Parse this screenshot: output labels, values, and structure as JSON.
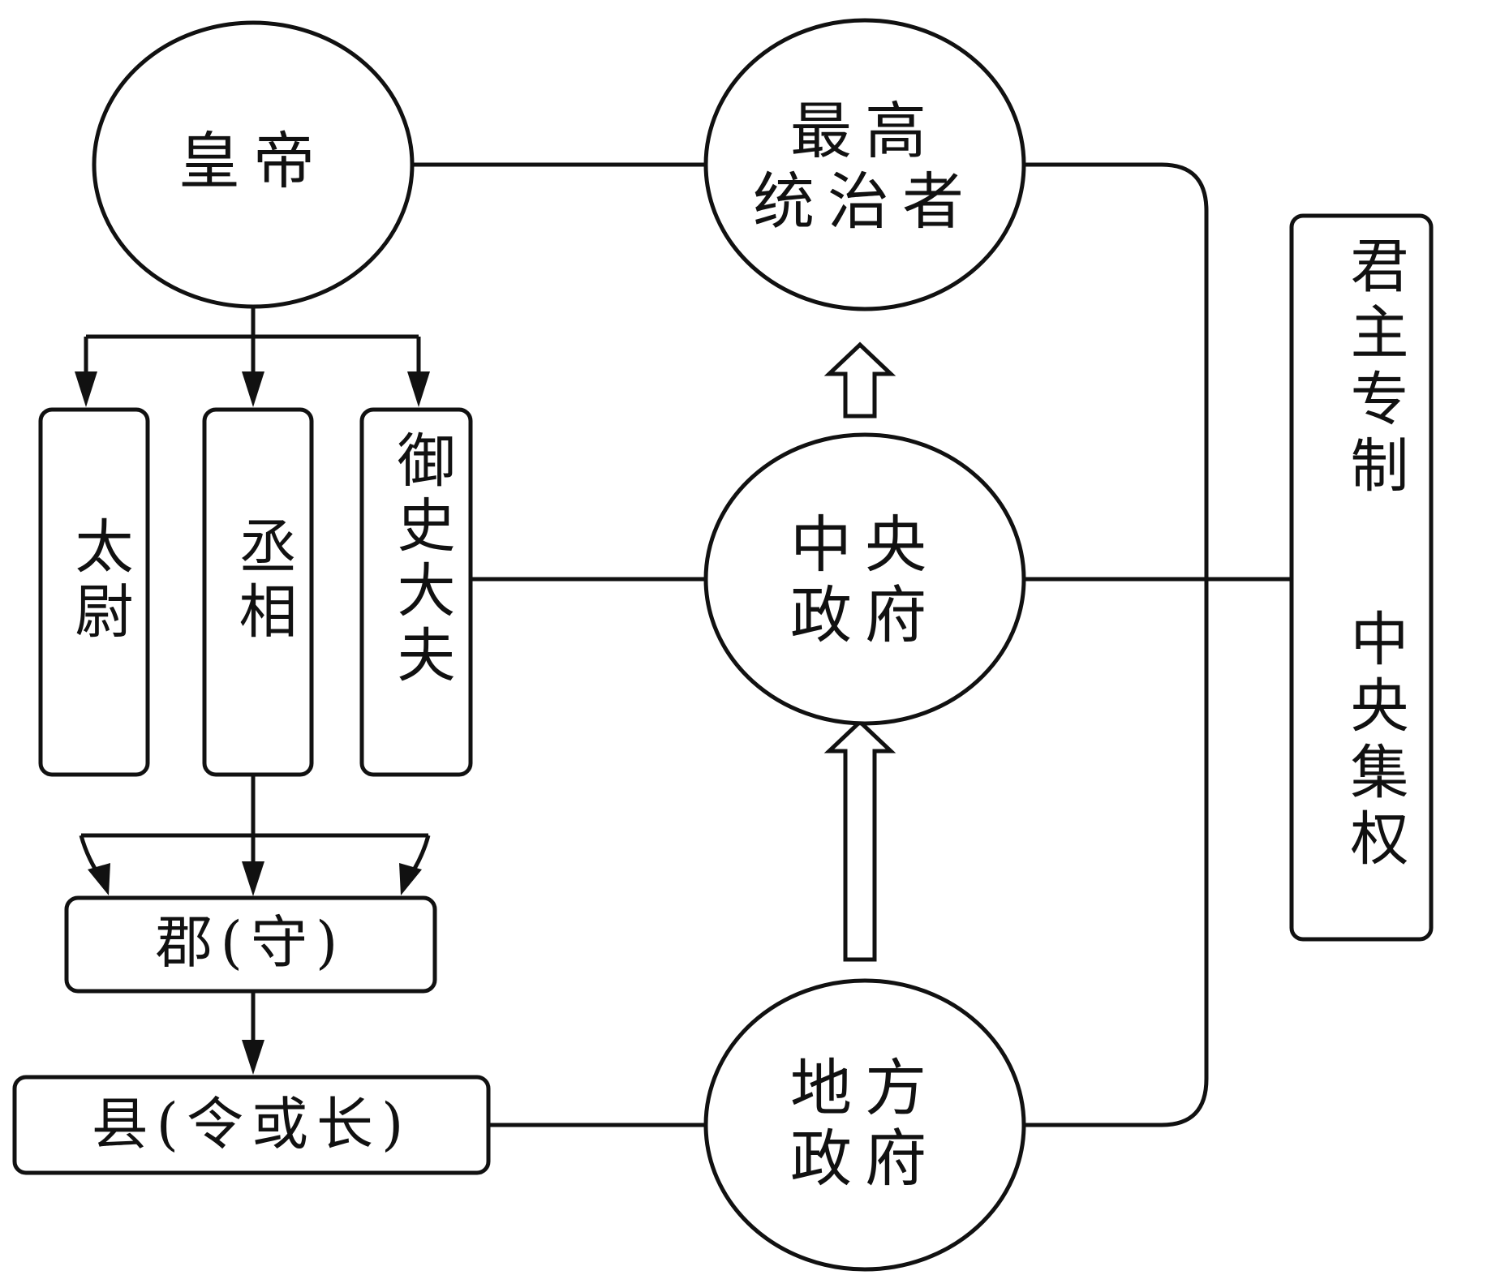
{
  "diagram": {
    "nodes": {
      "emperor": "皇帝",
      "supreme_ruler_line1": "最高",
      "supreme_ruler_line2": "统治者",
      "central_gov_line1": "中央",
      "central_gov_line2": "政府",
      "local_gov_line1": "地方",
      "local_gov_line2": "政府",
      "taiwei": "太尉",
      "chengxiang": "丞相",
      "yushidafu": "御史大夫",
      "jun": "郡(守)",
      "xian": "县(令或长)",
      "sidebar_part1": "君主专制",
      "sidebar_part2": "中央集权"
    }
  }
}
